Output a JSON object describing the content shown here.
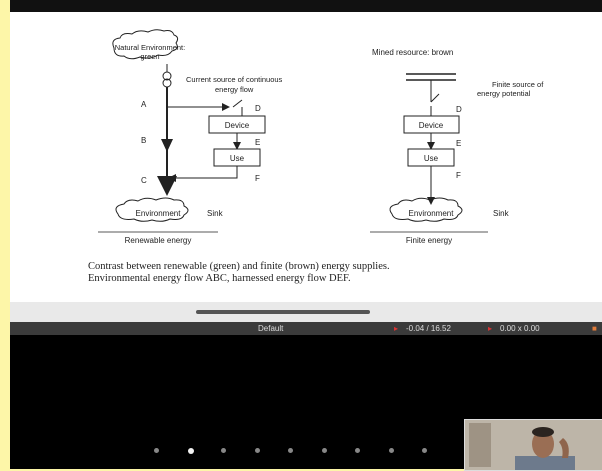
{
  "slide": {
    "renewable": {
      "source_label_line1": "Natural Environment:",
      "source_label_line2": "green",
      "current_source_line1": "Current source of continuous",
      "current_source_line2": "energy flow",
      "point_a": "A",
      "point_b": "B",
      "point_c": "C",
      "point_d": "D",
      "point_e": "E",
      "point_f": "F",
      "device": "Device",
      "use": "Use",
      "environment": "Environment",
      "sink": "Sink",
      "heading": "Renewable energy"
    },
    "finite": {
      "mined_label": "Mined resource: brown",
      "finite_source_line1": "Finite source of",
      "finite_source_line2": "energy potential",
      "point_d": "D",
      "point_e": "E",
      "point_f": "F",
      "device": "Device",
      "use": "Use",
      "environment": "Environment",
      "sink": "Sink",
      "heading": "Finite energy"
    },
    "caption_line1": "Contrast between renewable (green) and finite (brown) energy supplies.",
    "caption_line2": "Environmental energy flow ABC, harnessed energy flow DEF."
  },
  "statusbar": {
    "layout": "Default",
    "position": "-0.04 / 16.52",
    "size": "0.00 x 0.00"
  },
  "carousel": {
    "dot_count": 9,
    "active_index": 1
  },
  "colors": {
    "page_background": "#fdf6a8",
    "status_marker": "#d33"
  }
}
